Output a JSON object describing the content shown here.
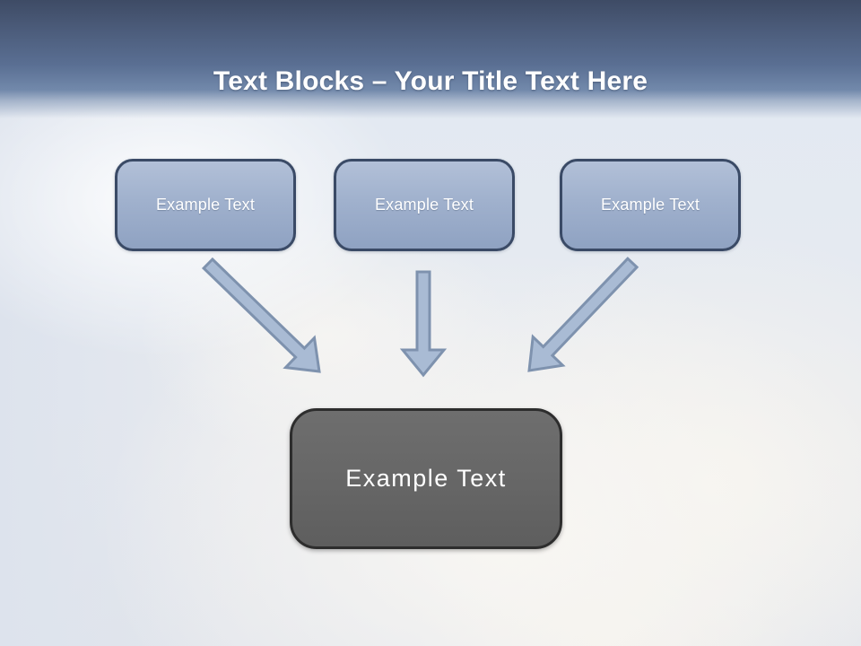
{
  "title": {
    "bold": "Text Blocks –",
    "regular": " Your Title Text Here"
  },
  "blocks": {
    "top": [
      {
        "label": "Example Text"
      },
      {
        "label": "Example Text"
      },
      {
        "label": "Example Text"
      }
    ],
    "center": {
      "label": "Example Text"
    }
  },
  "arrows": [
    {
      "name": "arrow-diagonal-down-right"
    },
    {
      "name": "arrow-straight-down"
    },
    {
      "name": "arrow-diagonal-down-left"
    }
  ],
  "colors": {
    "background": "#e7ecf2",
    "header_top": "#3e4b65",
    "header_mid": "#5a6f93",
    "header_bottom": "#7289ab",
    "title_text": "#ffffff",
    "box_fill_top": "#b2c0d8",
    "box_fill_bottom": "#8fa2c2",
    "box_border": "#3a4a66",
    "box_text": "#ffffff",
    "arrow_fill": "#a9bbd4",
    "arrow_stroke": "#7e92ae",
    "center_fill": "#666666",
    "center_border": "#2d2d2d",
    "center_text": "#ffffff"
  }
}
